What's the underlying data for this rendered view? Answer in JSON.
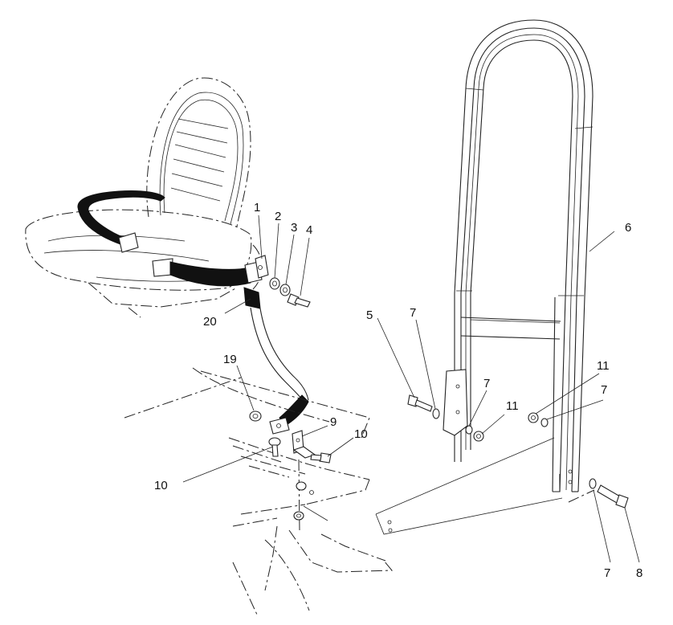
{
  "callouts": [
    {
      "id": "c1",
      "text": "1"
    },
    {
      "id": "c2",
      "text": "2"
    },
    {
      "id": "c3",
      "text": "3"
    },
    {
      "id": "c4",
      "text": "4"
    },
    {
      "id": "c5",
      "text": "5"
    },
    {
      "id": "c6",
      "text": "6"
    },
    {
      "id": "c7a",
      "text": "7"
    },
    {
      "id": "c7b",
      "text": "7"
    },
    {
      "id": "c7c",
      "text": "7"
    },
    {
      "id": "c7d",
      "text": "7"
    },
    {
      "id": "c8",
      "text": "8"
    },
    {
      "id": "c9",
      "text": "9"
    },
    {
      "id": "c10a",
      "text": "10"
    },
    {
      "id": "c10b",
      "text": "10"
    },
    {
      "id": "c11a",
      "text": "11"
    },
    {
      "id": "c11b",
      "text": "11"
    },
    {
      "id": "c19",
      "text": "19"
    },
    {
      "id": "c20",
      "text": "20"
    }
  ]
}
